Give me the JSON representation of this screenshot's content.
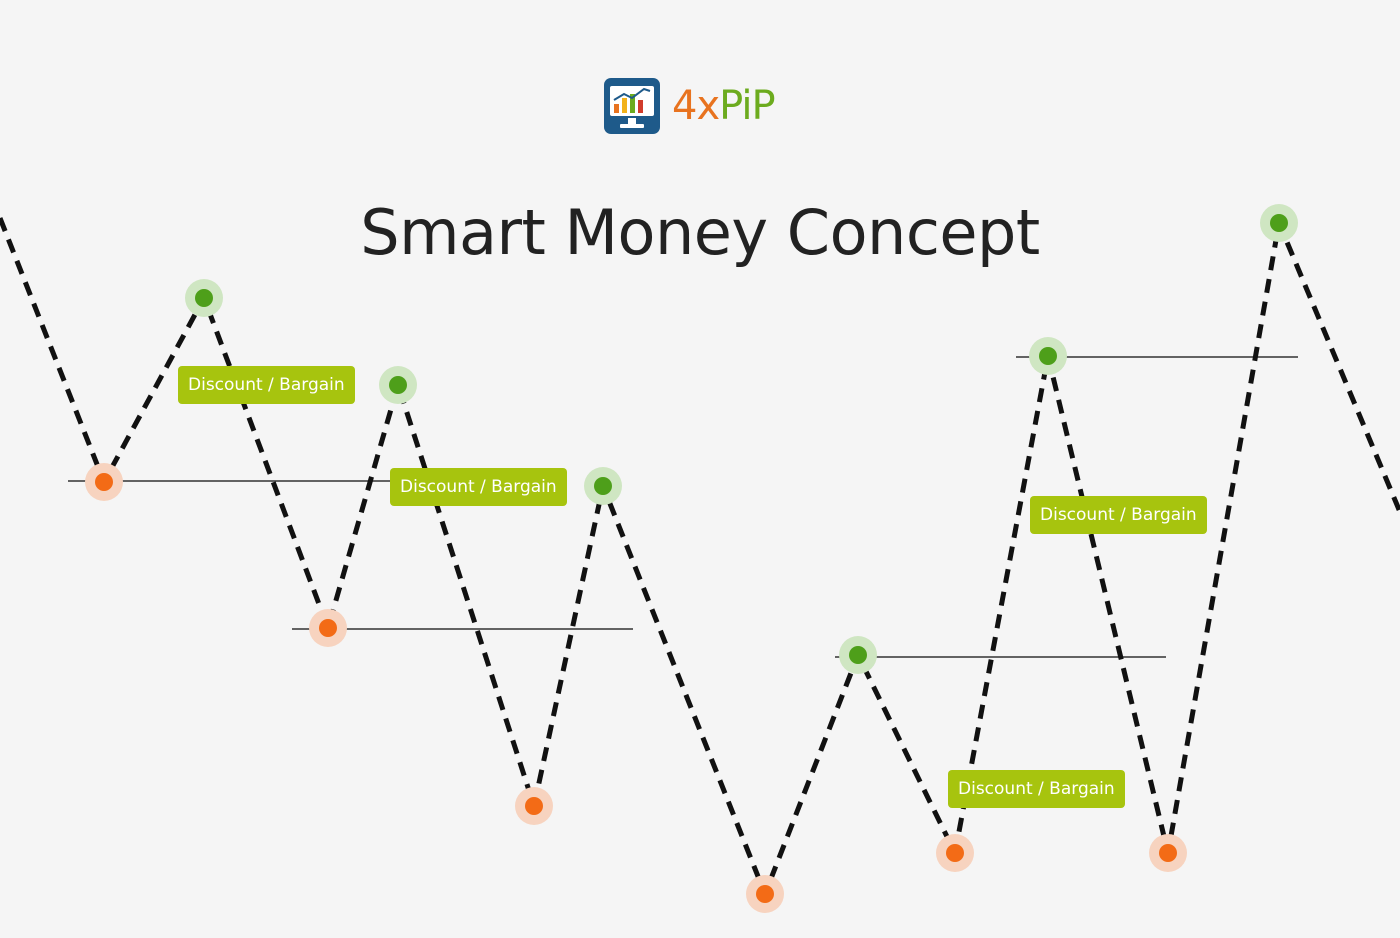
{
  "header": {
    "logo_prefix": "4x",
    "logo_suffix": "PiP",
    "title": "Smart Money Concept"
  },
  "labels": {
    "tag_1": "Discount / Bargain",
    "tag_2": "Discount / Bargain",
    "tag_3": "Discount / Bargain",
    "tag_4": "Discount / Bargain"
  },
  "icons": {
    "logo": "chart-monitor-icon"
  },
  "colors": {
    "background": "#f5f5f5",
    "path": "#111111",
    "swing_high": "#4e9f1a",
    "swing_high_halo": "#cfe6c2",
    "swing_low": "#f36b16",
    "swing_low_halo": "#f7d3bf",
    "label_bg": "#a7c40e",
    "label_text": "#ffffff",
    "logo_prefix": "#e8731f",
    "logo_suffix": "#6cab1e"
  }
}
